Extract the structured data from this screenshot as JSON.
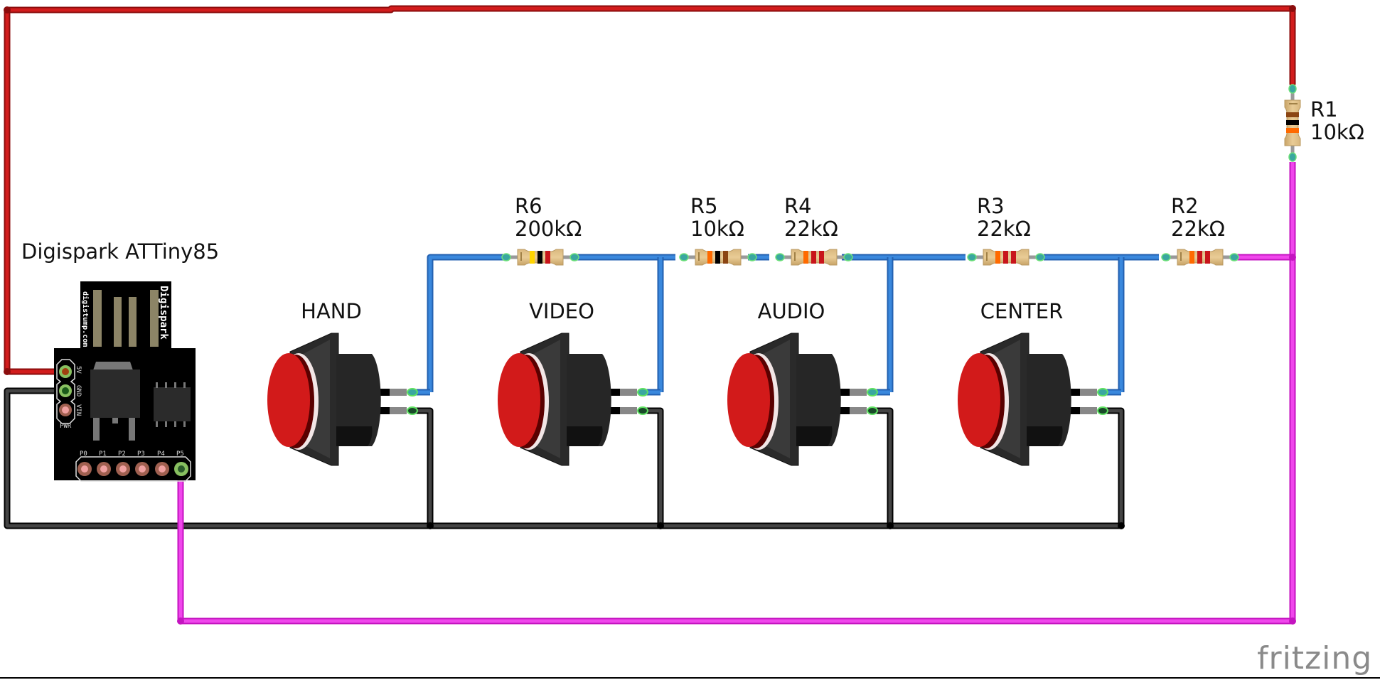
{
  "title": "Digispark ATTiny85 button ladder schematic (breadboard view)",
  "board": {
    "label": "Digispark ATTiny85",
    "usb_text_side": "digistump.com",
    "usb_text_brand": "Digispark",
    "power_pins": [
      "5V",
      "GND",
      "VIN"
    ],
    "power_group_label": "PWR",
    "io_pins": [
      "P0",
      "P1",
      "P2",
      "P3",
      "P4",
      "P5"
    ]
  },
  "buttons": [
    {
      "label": "HAND"
    },
    {
      "label": "VIDEO"
    },
    {
      "label": "AUDIO"
    },
    {
      "label": "CENTER"
    }
  ],
  "resistors": [
    {
      "ref": "R1",
      "value": "10kΩ",
      "bands": [
        "#8b4513",
        "#000000",
        "#ff6a00"
      ]
    },
    {
      "ref": "R2",
      "value": "22kΩ",
      "bands": [
        "#ff6a00",
        "#c8151b",
        "#c8151b"
      ]
    },
    {
      "ref": "R3",
      "value": "22kΩ",
      "bands": [
        "#ff6a00",
        "#c8151b",
        "#c8151b"
      ]
    },
    {
      "ref": "R4",
      "value": "22kΩ",
      "bands": [
        "#ff6a00",
        "#c8151b",
        "#c8151b"
      ]
    },
    {
      "ref": "R5",
      "value": "10kΩ",
      "bands": [
        "#ff6a00",
        "#000000",
        "#8b4513"
      ]
    },
    {
      "ref": "R6",
      "value": "200kΩ",
      "bands": [
        "#ffd400",
        "#000000",
        "#c8151b"
      ]
    }
  ],
  "wire_colors": {
    "vcc": "#c8151b",
    "gnd": "#404040",
    "signal": "#3a7fd5",
    "analog": "#ee3ee8"
  },
  "logo": "fritzing"
}
